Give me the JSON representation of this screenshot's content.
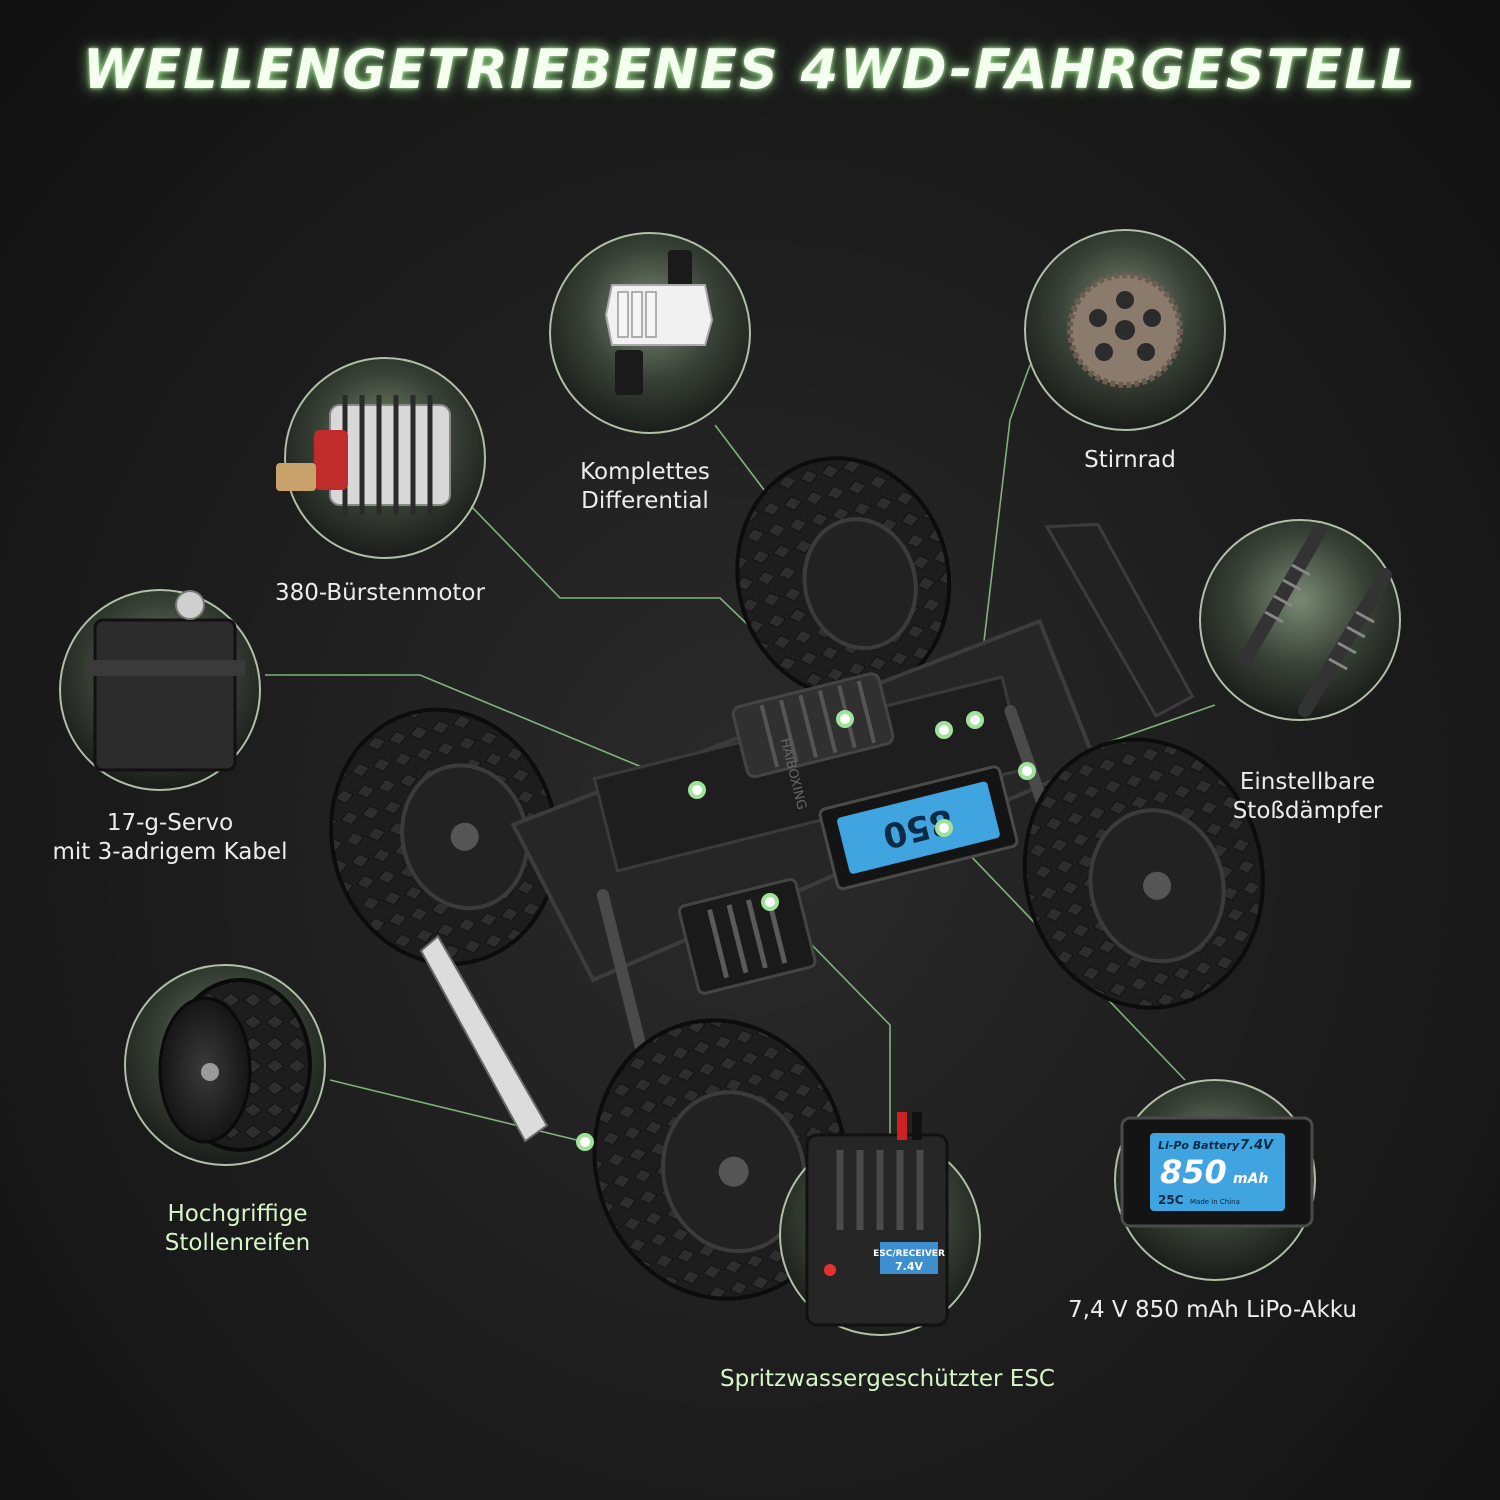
{
  "headline": "WELLENGETRIEBENES 4WD-FAHRGESTELL",
  "accent_color": "#9fe39a",
  "parts": {
    "differential": {
      "line1": "Komplettes",
      "line2": "Differential",
      "icon": "differential-icon"
    },
    "spur_gear": {
      "label": "Stirnrad",
      "icon": "spur-gear-icon"
    },
    "motor": {
      "label": "380-Bürstenmotor",
      "icon": "brushed-motor-icon"
    },
    "servo": {
      "line1": "17-g-Servo",
      "line2": "mit 3-adrigem Kabel",
      "icon": "servo-icon"
    },
    "shocks": {
      "line1": "Einstellbare",
      "line2": "Stoßdämpfer",
      "icon": "shock-absorber-icon"
    },
    "tires": {
      "line1": "Hochgriffige",
      "line2": "Stollenreifen",
      "icon": "tire-icon"
    },
    "esc": {
      "label": "Spritzwassergeschützter ESC",
      "icon": "esc-receiver-icon",
      "badge": "ESC/RECEIVER",
      "voltage": "7.4V"
    },
    "battery": {
      "label": "7,4 V 850 mAh LiPo-Akku",
      "icon": "lipo-battery-icon",
      "brand": "Li-Po Battery",
      "voltage": "7.4V",
      "capacity": "850",
      "unit": "mAh",
      "rating": "25C",
      "origin": "Made in China"
    }
  },
  "chassis_brand": "HAIBOXING"
}
